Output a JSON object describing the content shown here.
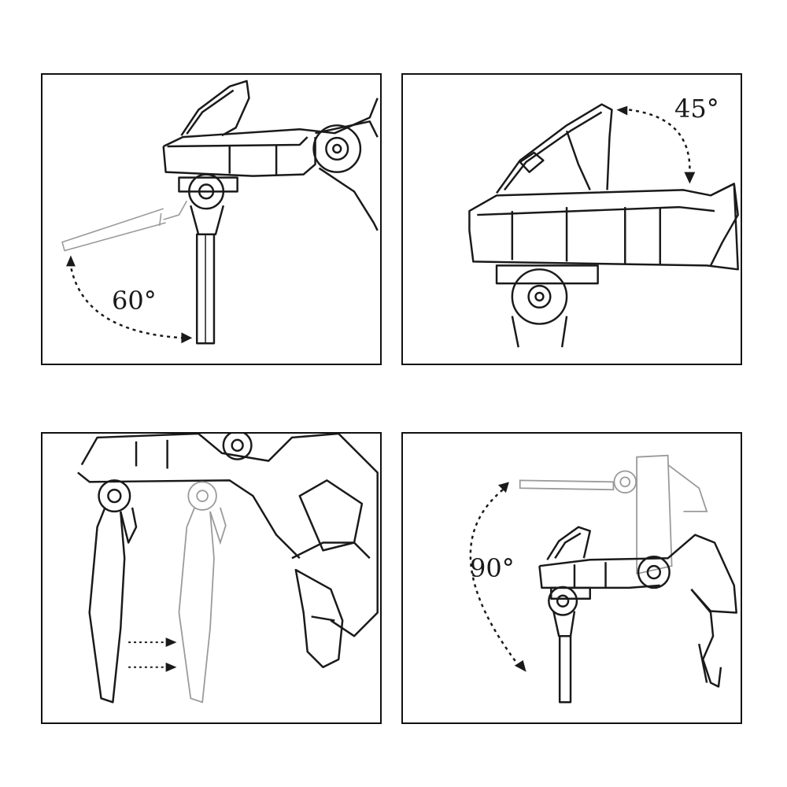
{
  "panels": [
    {
      "id": "p1",
      "angle": "60°"
    },
    {
      "id": "p2",
      "angle": "45°"
    },
    {
      "id": "p3",
      "angle": ""
    },
    {
      "id": "p4",
      "angle": "90°"
    }
  ],
  "colors": {
    "line": "#1a1a1a",
    "ghost": "#9a9a9a",
    "border": "#111111"
  }
}
